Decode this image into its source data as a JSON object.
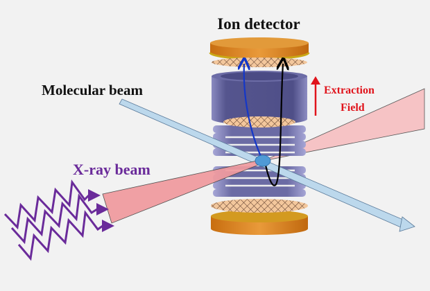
{
  "title": "Ion detector",
  "labels": {
    "molecular_beam": "Molecular beam",
    "xray_beam": "X-ray beam",
    "extraction_line1": "Extraction",
    "extraction_line2": "Field"
  },
  "colors": {
    "background": "#f2f2f2",
    "detector": "#d7821e",
    "electrode": "#5a5a92",
    "xray": "#6a2b9a",
    "beam_cone": "#f09a9e",
    "molecular_beam": "#b9d6ea",
    "extraction": "#e0141c",
    "ion": "#4f9ad6",
    "trajectory_blue": "#1437c8",
    "trajectory_black": "#000000"
  }
}
